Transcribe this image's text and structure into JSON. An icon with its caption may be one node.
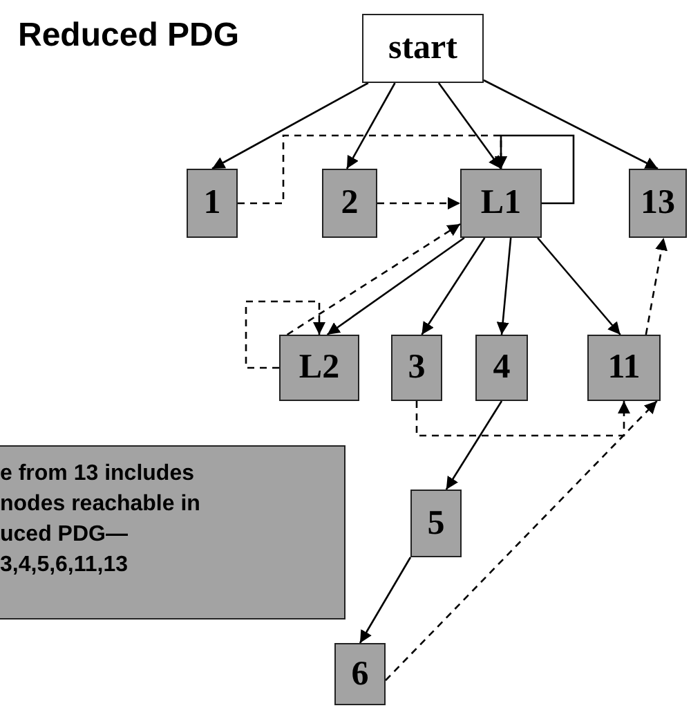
{
  "diagram": {
    "title": "Reduced PDG",
    "nodes": [
      {
        "text": [
          "start"
        ]
      },
      {
        "text": [
          "1"
        ]
      },
      {
        "text": [
          "2"
        ]
      },
      {
        "text": [
          "L1"
        ]
      },
      {
        "text": [
          "13"
        ]
      },
      {
        "text": [
          "L2"
        ]
      },
      {
        "text": [
          "3"
        ]
      },
      {
        "text": [
          "4"
        ]
      },
      {
        "text": [
          "11"
        ]
      },
      {
        "text": [
          "e from 13 includes nodes reachable in uced PDG— 3,4,5,6,11,13"
        ]
      },
      {
        "text": [
          "5"
        ]
      },
      {
        "text": [
          "6"
        ]
      }
    ],
    "edges": [
      {
        "from": 0,
        "to": 1,
        "arrow": "to"
      },
      {
        "from": 0,
        "to": 2,
        "arrow": "to"
      },
      {
        "from": 0,
        "to": 3,
        "arrow": "to"
      },
      {
        "from": 0,
        "to": 4,
        "arrow": "to"
      },
      {
        "from": 1,
        "to": 3,
        "arrow": "to",
        "style": "dashed"
      },
      {
        "from": 2,
        "to": 3,
        "arrow": "to",
        "style": "dashed"
      },
      {
        "from": 3,
        "to": 3,
        "arrow": "to"
      },
      {
        "from": 3,
        "to": 5,
        "arrow": "to"
      },
      {
        "from": 5,
        "to": 3,
        "arrow": "to",
        "style": "dashed"
      },
      {
        "from": 5,
        "to": 5,
        "arrow": "to",
        "style": "dashed"
      },
      {
        "from": 3,
        "to": 6,
        "arrow": "to"
      },
      {
        "from": 3,
        "to": 7,
        "arrow": "to"
      },
      {
        "from": 3,
        "to": 8,
        "arrow": "to"
      },
      {
        "from": 8,
        "to": 4,
        "arrow": "to",
        "style": "dashed"
      },
      {
        "from": 6,
        "to": 8,
        "arrow": "to",
        "style": "dashed"
      },
      {
        "from": 11,
        "to": 8,
        "arrow": "to",
        "style": "dashed"
      },
      {
        "from": 7,
        "to": 10,
        "arrow": "to"
      },
      {
        "from": 10,
        "to": 11,
        "arrow": "to"
      }
    ]
  }
}
